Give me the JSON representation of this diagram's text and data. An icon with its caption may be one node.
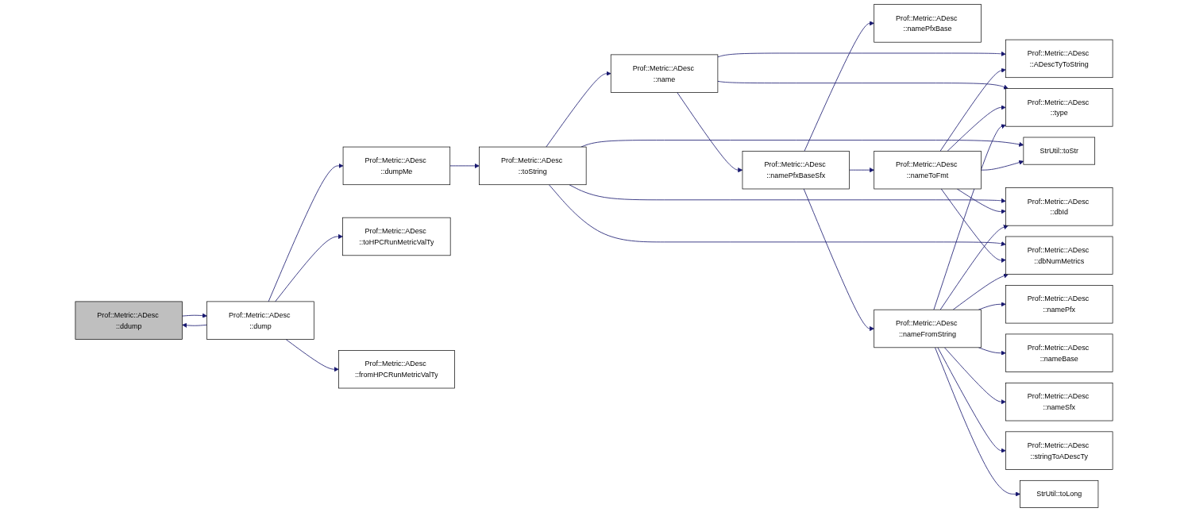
{
  "diagram": {
    "nodes": [
      {
        "text": [
          "Prof::Metric::ADesc ::ddump"
        ]
      },
      {
        "text": [
          "Prof::Metric::ADesc ::dump"
        ]
      },
      {
        "text": [
          "Prof::Metric::ADesc ::dumpMe"
        ]
      },
      {
        "text": [
          "Prof::Metric::ADesc ::toHPCRunMetricValTy"
        ]
      },
      {
        "text": [
          "Prof::Metric::ADesc ::fromHPCRunMetricValTy"
        ]
      },
      {
        "text": [
          "Prof::Metric::ADesc ::toString"
        ]
      },
      {
        "text": [
          "Prof::Metric::ADesc ::name"
        ]
      },
      {
        "text": [
          "Prof::Metric::ADesc ::namePfxBaseSfx"
        ]
      },
      {
        "text": [
          "Prof::Metric::ADesc ::namePfxBase"
        ]
      },
      {
        "text": [
          "Prof::Metric::ADesc ::nameToFmt"
        ]
      },
      {
        "text": [
          "Prof::Metric::ADesc ::nameFromString"
        ]
      },
      {
        "text": [
          "Prof::Metric::ADesc ::ADescTyToString"
        ]
      },
      {
        "text": [
          "Prof::Metric::ADesc ::type"
        ]
      },
      {
        "text": [
          "StrUtil::toStr"
        ]
      },
      {
        "text": [
          "Prof::Metric::ADesc ::dbId"
        ]
      },
      {
        "text": [
          "Prof::Metric::ADesc ::dbNumMetrics"
        ]
      },
      {
        "text": [
          "Prof::Metric::ADesc ::namePfx"
        ]
      },
      {
        "text": [
          "Prof::Metric::ADesc ::nameBase"
        ]
      },
      {
        "text": [
          "Prof::Metric::ADesc ::nameSfx"
        ]
      },
      {
        "text": [
          "Prof::Metric::ADesc ::stringToADescTy"
        ]
      },
      {
        "text": [
          "StrUtil::toLong"
        ]
      }
    ],
    "edges": [
      {
        "from": 0,
        "to": 1,
        "arrow": "to"
      },
      {
        "from": 1,
        "to": 0,
        "arrow": "to"
      },
      {
        "from": 1,
        "to": 2,
        "arrow": "to"
      },
      {
        "from": 1,
        "to": 3,
        "arrow": "to"
      },
      {
        "from": 1,
        "to": 4,
        "arrow": "to"
      },
      {
        "from": 2,
        "to": 5,
        "arrow": "to"
      },
      {
        "from": 5,
        "to": 6,
        "arrow": "to"
      },
      {
        "from": 5,
        "to": 13,
        "arrow": "to"
      },
      {
        "from": 5,
        "to": 14,
        "arrow": "to"
      },
      {
        "from": 5,
        "to": 15,
        "arrow": "to"
      },
      {
        "from": 6,
        "to": 11,
        "arrow": "to"
      },
      {
        "from": 6,
        "to": 12,
        "arrow": "to"
      },
      {
        "from": 6,
        "to": 7,
        "arrow": "to"
      },
      {
        "from": 7,
        "to": 8,
        "arrow": "to"
      },
      {
        "from": 7,
        "to": 9,
        "arrow": "to"
      },
      {
        "from": 7,
        "to": 10,
        "arrow": "to"
      },
      {
        "from": 9,
        "to": 11,
        "arrow": "to"
      },
      {
        "from": 9,
        "to": 12,
        "arrow": "to"
      },
      {
        "from": 9,
        "to": 13,
        "arrow": "to"
      },
      {
        "from": 9,
        "to": 14,
        "arrow": "to"
      },
      {
        "from": 9,
        "to": 15,
        "arrow": "to"
      },
      {
        "from": 10,
        "to": 12,
        "arrow": "to"
      },
      {
        "from": 10,
        "to": 14,
        "arrow": "to"
      },
      {
        "from": 10,
        "to": 15,
        "arrow": "to"
      },
      {
        "from": 10,
        "to": 16,
        "arrow": "to"
      },
      {
        "from": 10,
        "to": 17,
        "arrow": "to"
      },
      {
        "from": 10,
        "to": 18,
        "arrow": "to"
      },
      {
        "from": 10,
        "to": 19,
        "arrow": "to"
      },
      {
        "from": 10,
        "to": 20,
        "arrow": "to"
      }
    ]
  }
}
